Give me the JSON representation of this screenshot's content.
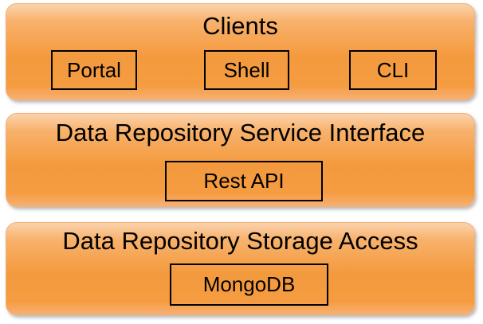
{
  "layers": {
    "clients": {
      "title": "Clients",
      "components": [
        "Portal",
        "Shell",
        "CLI"
      ]
    },
    "service_interface": {
      "title": "Data Repository Service Interface",
      "components": [
        "Rest API"
      ]
    },
    "storage_access": {
      "title": "Data Repository Storage Access",
      "components": [
        "MongoDB"
      ]
    }
  },
  "colors": {
    "layer_fill": "#f59b40",
    "layer_highlight": "#fbd3ae",
    "box_border": "#000000"
  }
}
